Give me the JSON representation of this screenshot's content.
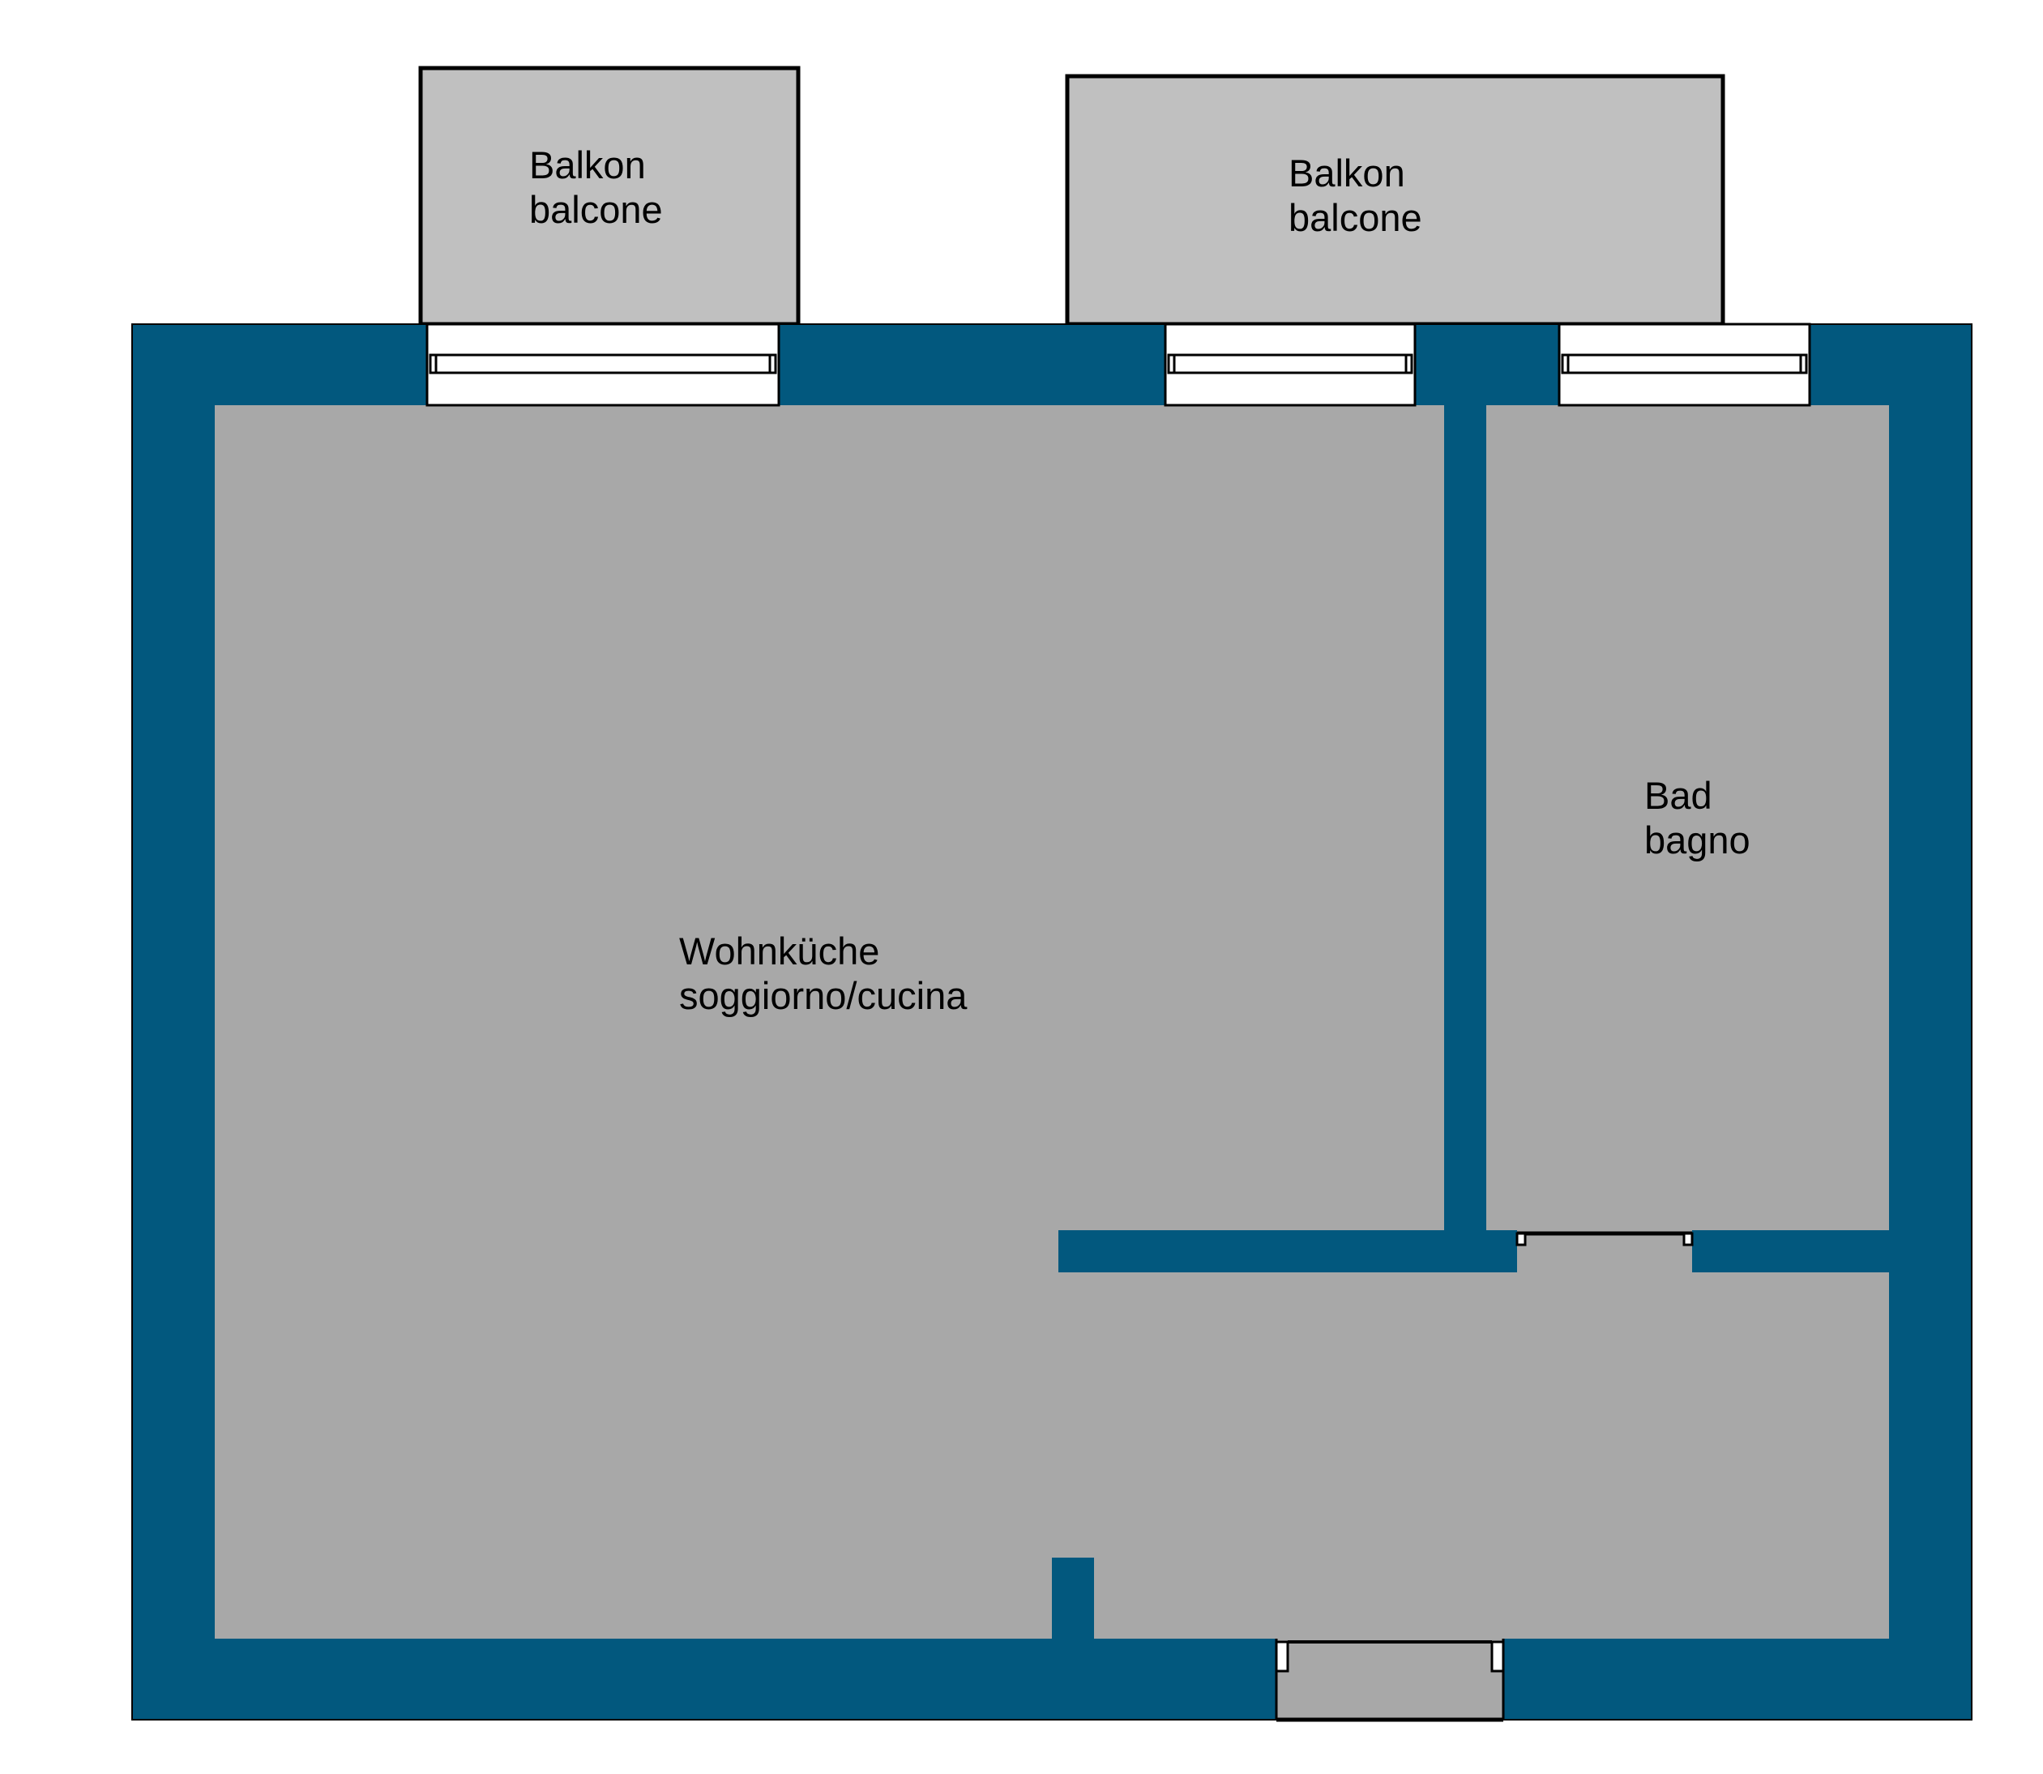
{
  "floor_plan": {
    "rooms": {
      "balcony_left": {
        "label_de": "Balkon",
        "label_it": "balcone"
      },
      "balcony_right": {
        "label_de": "Balkon",
        "label_it": "balcone"
      },
      "living_kitchen": {
        "label_de": "Wohnküche",
        "label_it": "soggiorno/cucina"
      },
      "bathroom": {
        "label_de": "Bad",
        "label_it": "bagno"
      }
    },
    "colors": {
      "wall": "#02587e",
      "floor": "#a8a8a8",
      "balcony": "#c0c0c0",
      "outline": "#000000",
      "window": "#ffffff"
    }
  }
}
